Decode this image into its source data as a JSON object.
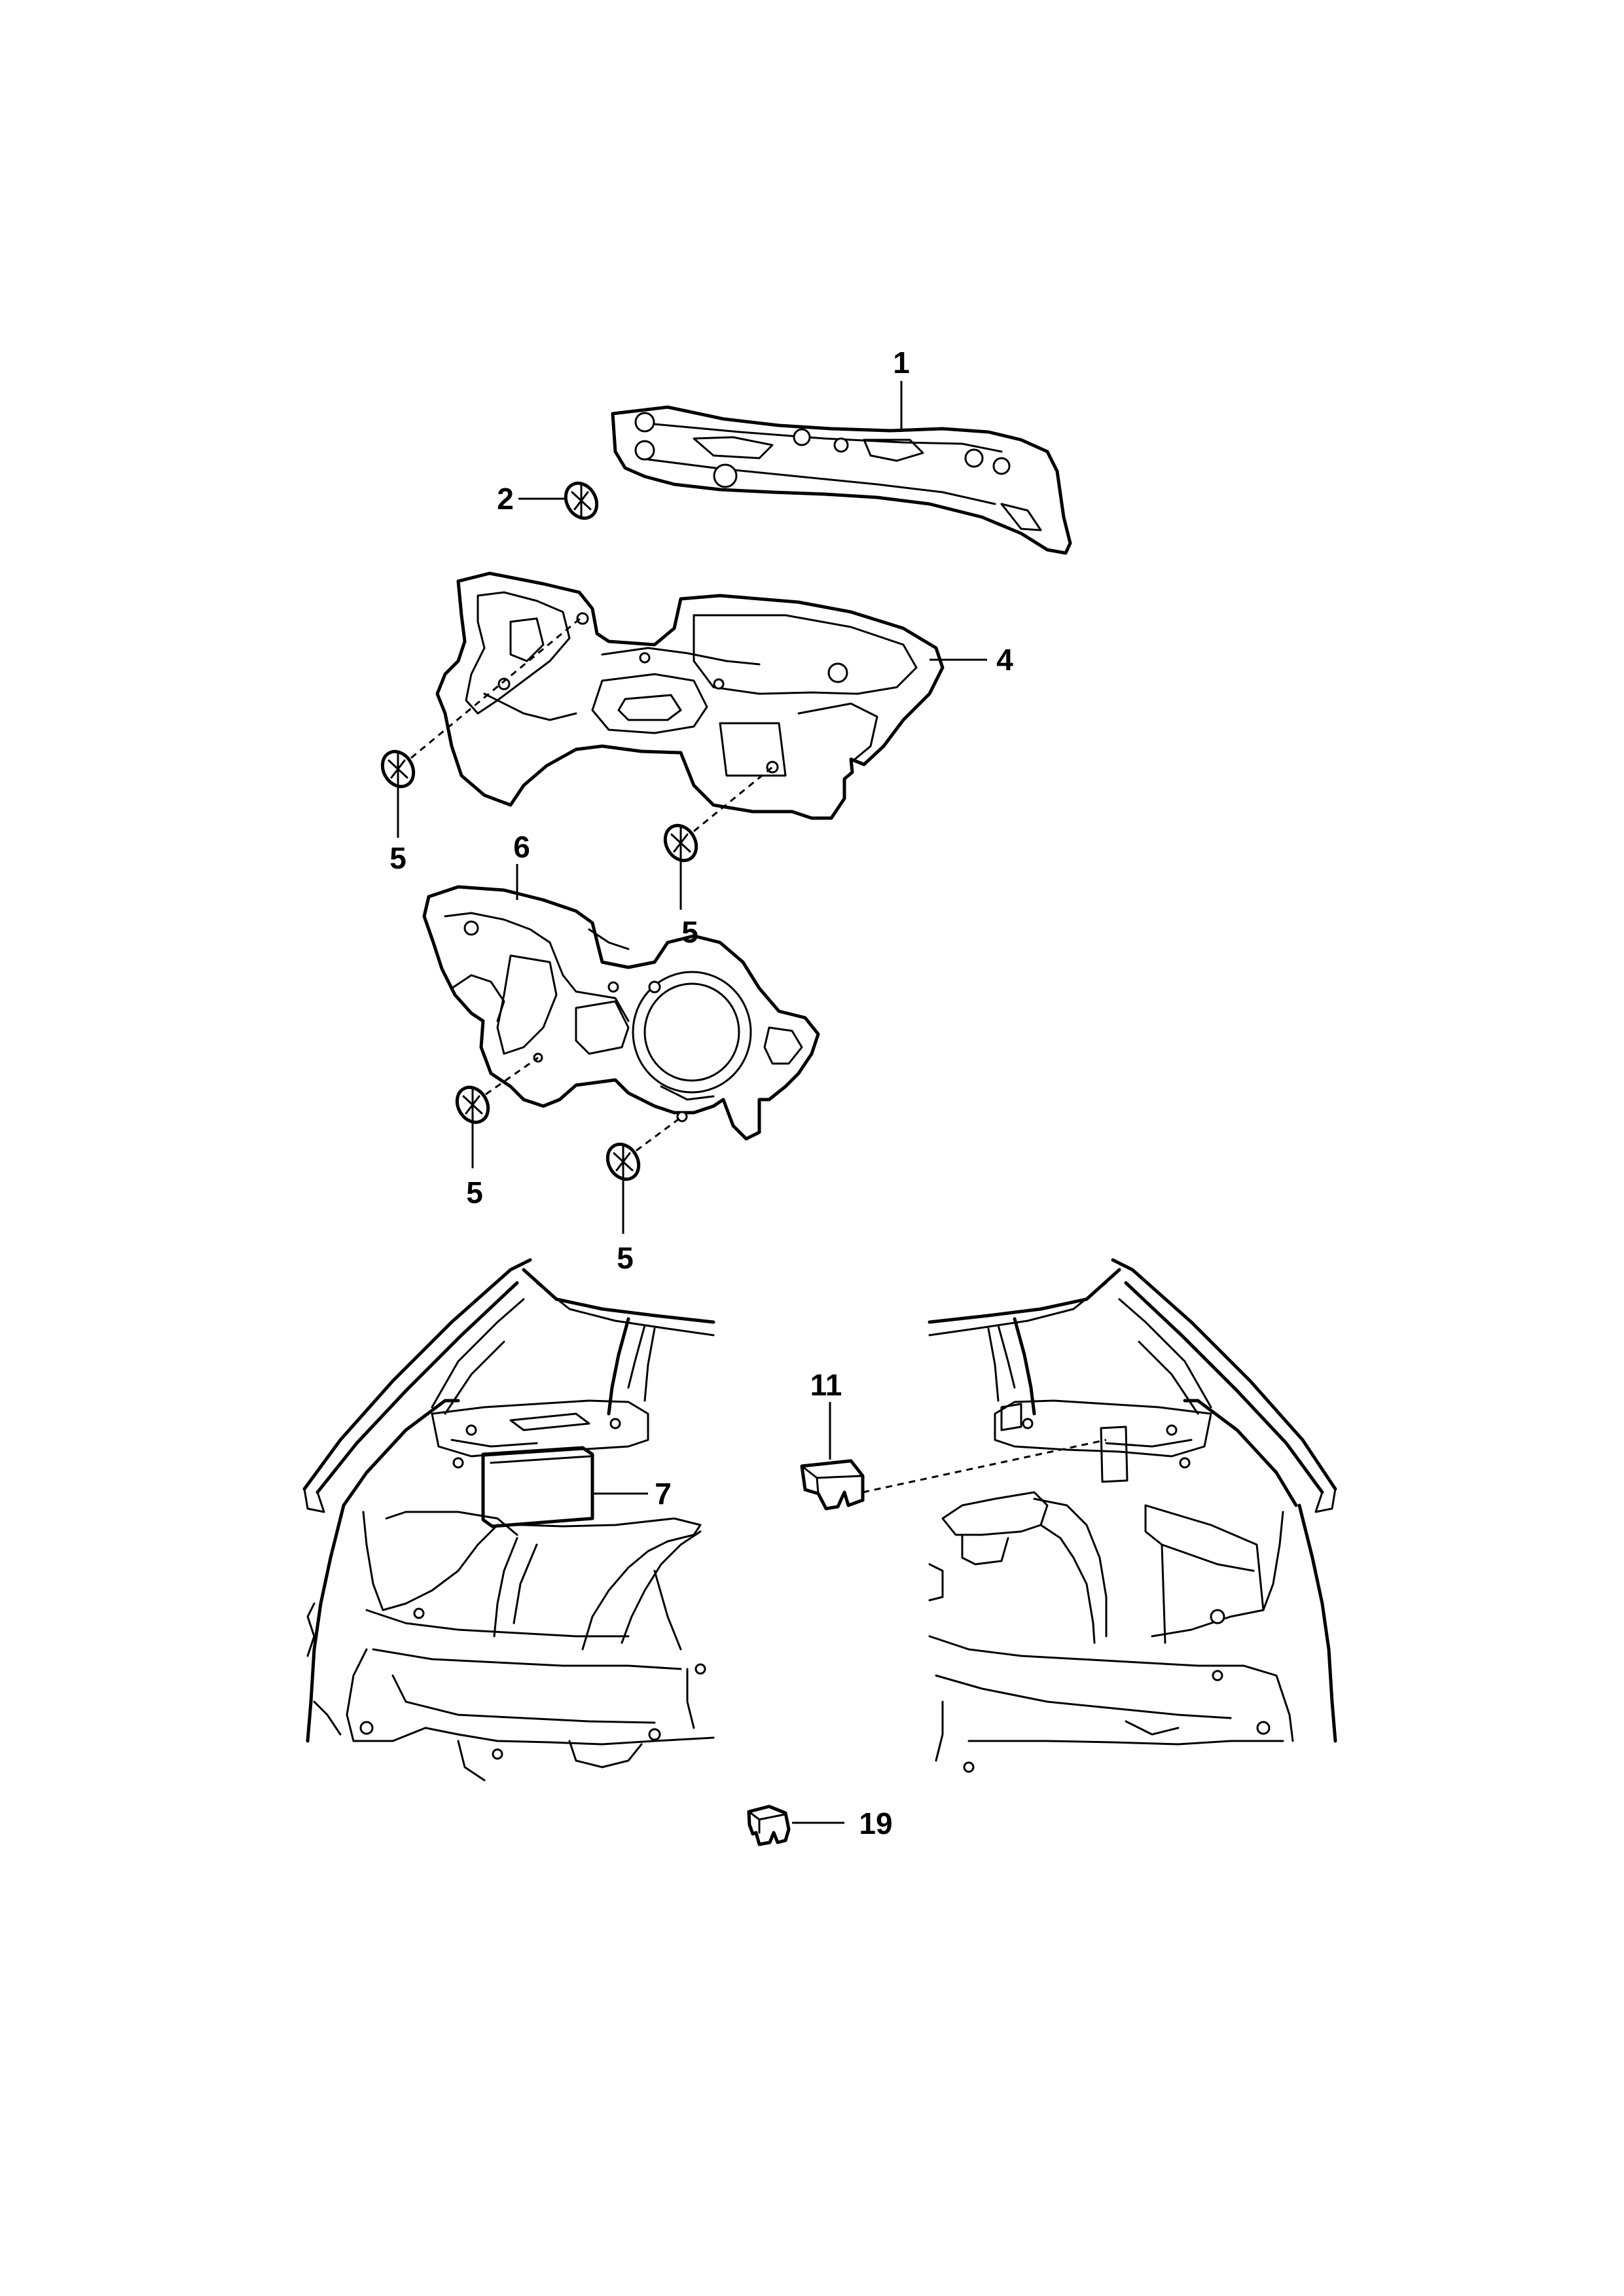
{
  "callouts": {
    "c1": "1",
    "c2": "2",
    "c4": "4",
    "c5a": "5",
    "c5b": "5",
    "c6": "6",
    "c5c": "5",
    "c5d": "5",
    "c11": "11",
    "c7": "7",
    "c19": "19"
  },
  "colors": {
    "line": "#000000",
    "background": "#ffffff"
  }
}
